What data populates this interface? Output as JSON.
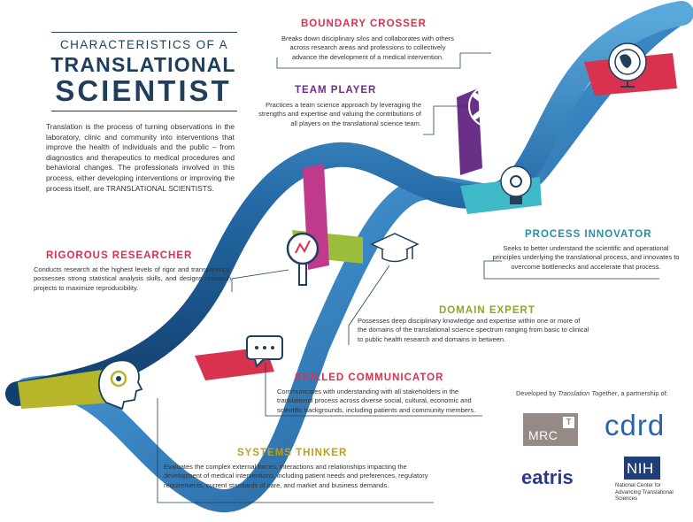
{
  "title": {
    "line1": "CHARACTERISTICS OF A",
    "line2": "TRANSLATIONAL",
    "line3": "SCIENTIST"
  },
  "intro": "Translation is the process of turning observations in the laboratory, clinic and community into interventions that improve the health of individuals and the public – from diagnostics and therapeutics to medical procedures and behavioral changes. The professionals involved in this process, either developing interventions or improving the process itself, are TRANSLATIONAL SCIENTISTS.",
  "characteristics": {
    "boundary_crosser": {
      "heading": "BOUNDARY CROSSER",
      "text": "Breaks down disciplinary silos and collaborates with others across research areas and professions to collectively advance the development of a medical intervention."
    },
    "team_player": {
      "heading": "TEAM PLAYER",
      "text": "Practices a team science approach by leveraging the strengths and expertise and valuing the contributions of all players on the translational science team."
    },
    "process_innovator": {
      "heading": "PROCESS INNOVATOR",
      "text": "Seeks to better understand the scientific and operational principles underlying the translational process, and innovates to overcome bottlenecks and accelerate that process."
    },
    "rigorous_researcher": {
      "heading": "RIGOROUS RESEARCHER",
      "text": "Conducts research at the highest levels of rigor and transparency, possesses strong statistical analysis skills, and designs research projects to maximize reproducibility."
    },
    "domain_expert": {
      "heading": "DOMAIN EXPERT",
      "text": "Possesses deep disciplinary knowledge and expertise within one or more of the domains of the translational science spectrum ranging from basic to clinical to public health research and domains in between."
    },
    "skilled_communicator": {
      "heading": "SKILLED COMMUNICATOR",
      "text": "Communicates with understanding with all stakeholders in the translational process across diverse social, cultural, economic and scientific backgrounds, including patients and community members."
    },
    "systems_thinker": {
      "heading": "SYSTEMS THINKER",
      "text": "Evaluates the complex external forces, interactions and relationships impacting the development of medical interventions, including patient needs and preferences, regulatory requirements, current standards of care, and market and business demands."
    }
  },
  "developed_by": {
    "prefix": "Developed by ",
    "org": "Translation Together",
    "suffix": ", a partnership of:"
  },
  "logos": {
    "mrc": "MRC",
    "mrc_badge": "T",
    "cdrd": "cdrd",
    "eatris": "eatris",
    "nih": "NIH",
    "nih_sub": "National Center for Advancing Translational Sciences"
  },
  "icons": {
    "globe": "globe-icon",
    "hands": "joined-hands-icon",
    "bulb": "lightbulb-gear-icon",
    "magnifier": "magnifier-chart-icon",
    "cap": "graduation-cap-icon",
    "chat": "speech-bubble-icon",
    "head": "head-gear-icon"
  },
  "colors": {
    "navy": "#1f3f5c",
    "helix_blue": "#2f7fb8",
    "red": "#d8324e",
    "purple": "#6a2f86",
    "teal": "#3fb8c8",
    "green": "#9bbd3a",
    "magenta": "#c03a8c",
    "olive": "#b5b62a"
  }
}
